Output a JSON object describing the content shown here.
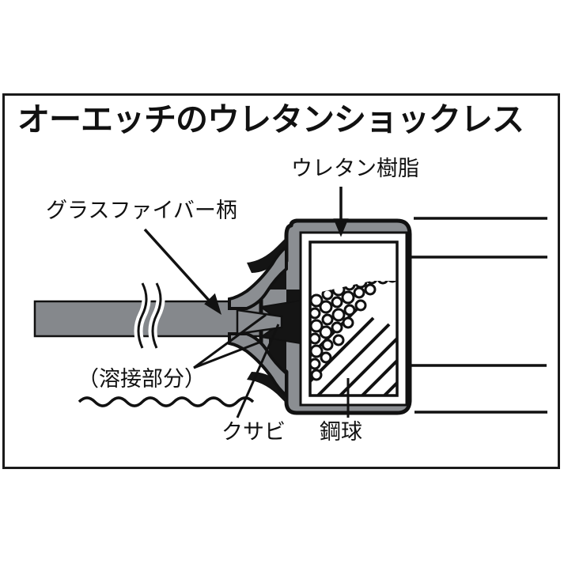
{
  "page": {
    "background_color": "#ffffff",
    "frame_border_color": "#1a1a1a"
  },
  "title": {
    "text": "オーエッチのウレタンショックレス"
  },
  "labels": {
    "urethane_resin": "ウレタン樹脂",
    "glass_fiber_handle": "グラスファイバー柄",
    "welded_portion": "（溶接部分）",
    "wedge": "クサビ",
    "steel_ball": "鋼球"
  },
  "colors": {
    "handle_gray": "#85888c",
    "head_gray": "#8b8e92",
    "dark_fill": "#111111",
    "outline": "#111111",
    "chamber_white": "#ffffff"
  },
  "diagram": {
    "type": "cutaway-cross-section",
    "subject": "urethane shockless hammer head",
    "parts": [
      {
        "name": "glass-fiber-handle",
        "fill": "handle_gray",
        "note": "horizontal bar entering head from left, with break squiggle"
      },
      {
        "name": "urethane-resin-head",
        "fill": "head_gray",
        "note": "rounded rectangle outer shell"
      },
      {
        "name": "steel-ball-chamber",
        "fill": "chamber_white",
        "note": "inner rectangle containing steel balls over hatched mass"
      },
      {
        "name": "steel-balls",
        "note": "small circles filling upper-left of chamber"
      },
      {
        "name": "hatched-core",
        "note": "diagonal hatch lines filling lower-right of chamber"
      },
      {
        "name": "wedge",
        "fill": "dark_fill",
        "note": "dark wedge at handle/head junction"
      }
    ],
    "leader_lines_right": {
      "count": 4,
      "y_positions": [
        276,
        325,
        462,
        521
      ],
      "note": "unlabeled callout rules extending to right frame edge"
    }
  }
}
